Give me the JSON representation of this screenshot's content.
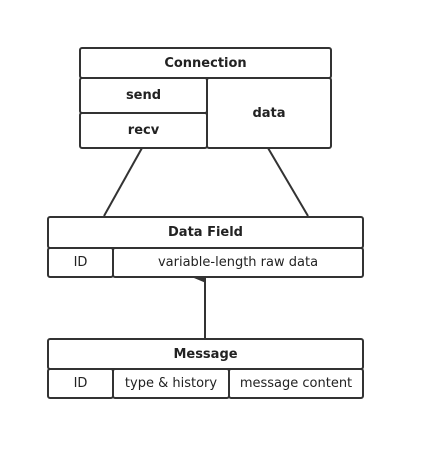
{
  "connection": {
    "title": "Connection",
    "send": "send",
    "recv": "recv",
    "data": "data"
  },
  "data_field": {
    "title": "Data Field",
    "id": "ID",
    "raw": "variable-length raw data"
  },
  "message": {
    "title": "Message",
    "id": "ID",
    "type_history": "type & history",
    "content": "message content"
  }
}
